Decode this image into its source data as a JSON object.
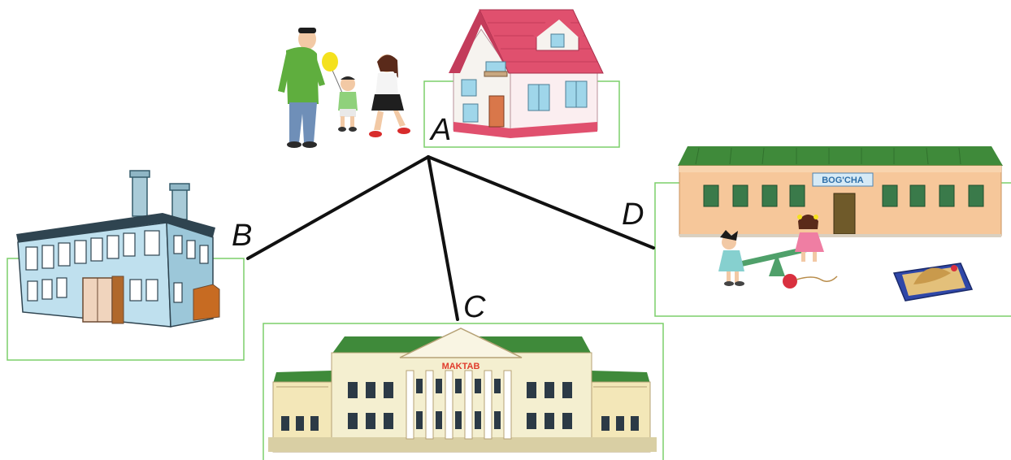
{
  "points": {
    "a": "A",
    "b": "B",
    "c": "C",
    "d": "D"
  },
  "signs": {
    "kindergarten": "BOG'CHA",
    "school": "MAKTAB"
  },
  "colors": {
    "frame": "#7ccf6a",
    "path": "#111111",
    "roof_house": "#e0506e",
    "roof_green": "#3f8a3a",
    "factory_wall": "#bfe0ee",
    "kindergarten_wall": "#f6c79a",
    "school_wall": "#f4efd0"
  }
}
